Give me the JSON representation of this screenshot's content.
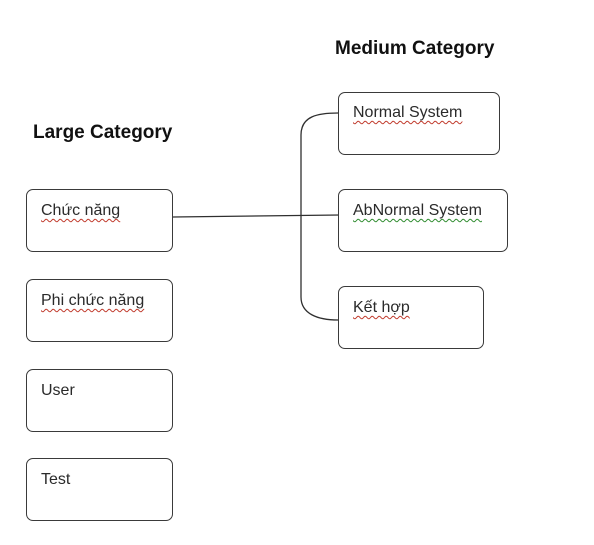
{
  "headings": {
    "large": "Large Category",
    "medium": "Medium Category"
  },
  "large_categories": [
    {
      "label": "Chức năng"
    },
    {
      "label": "Phi chức năng"
    },
    {
      "label": "User"
    },
    {
      "label": "Test"
    }
  ],
  "medium_categories": [
    {
      "label": "Normal System"
    },
    {
      "label": "AbNormal System"
    },
    {
      "label": "Kết hợp"
    }
  ],
  "colors": {
    "line": "#2f2f2f",
    "spellcheck_red": "#c0392b",
    "spellcheck_green": "#2e8b2e"
  }
}
